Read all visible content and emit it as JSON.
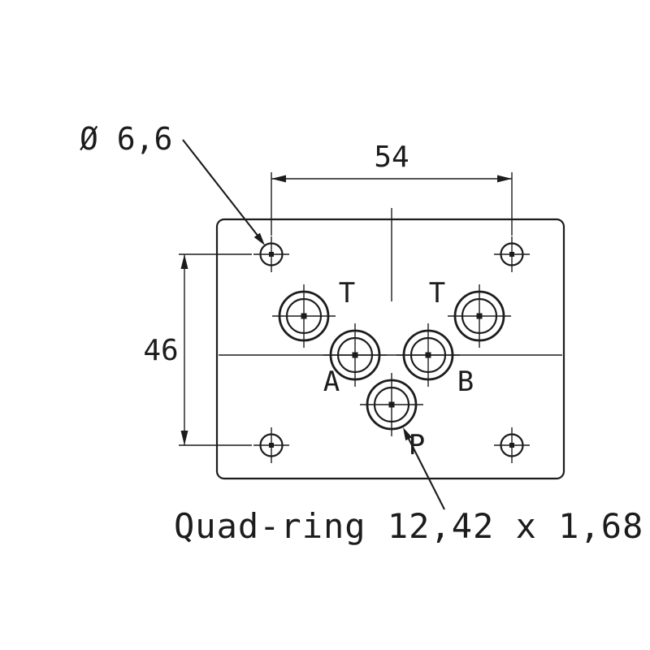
{
  "drawing": {
    "background_color": "#ffffff",
    "line_color": "#1c1c1c",
    "dimensions": {
      "horizontal_spacing": "54",
      "vertical_spacing": "46",
      "mounting_hole_diameter": "Ø 6,6"
    },
    "annotations": {
      "quad_ring": "Quad-ring 12,42 x 1,68"
    },
    "port_labels": {
      "t_left": "T",
      "t_right": "T",
      "a": "A",
      "b": "B",
      "p": "P"
    }
  }
}
